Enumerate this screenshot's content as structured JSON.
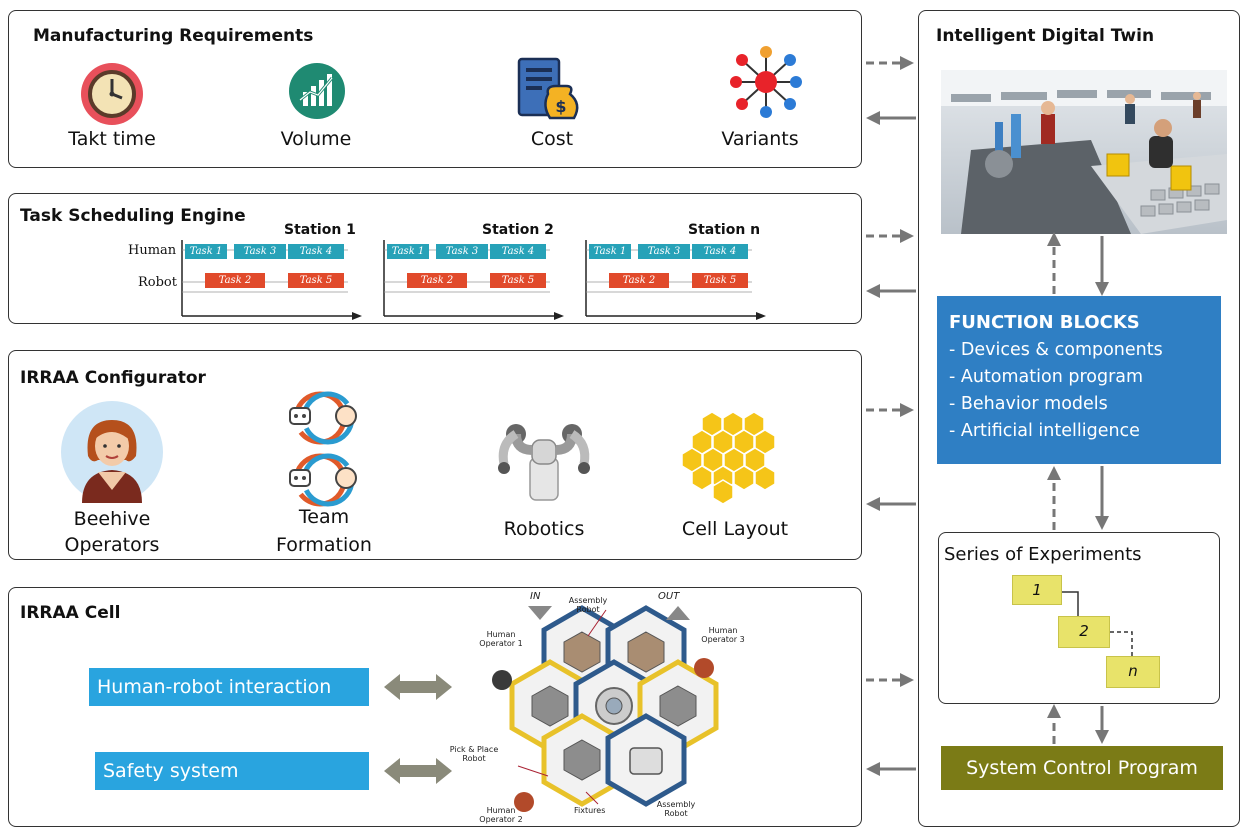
{
  "manufacturing": {
    "title": "Manufacturing Requirements",
    "items": [
      {
        "label": "Takt time",
        "icon": "clock-icon"
      },
      {
        "label": "Volume",
        "icon": "chart-growth-icon"
      },
      {
        "label": "Cost",
        "icon": "cost-invoice-icon"
      },
      {
        "label": "Variants",
        "icon": "variants-network-icon"
      }
    ]
  },
  "scheduling": {
    "title": "Task Scheduling Engine",
    "row_human": "Human",
    "row_robot": "Robot",
    "stations": [
      {
        "name": "Station 1",
        "human": [
          "Task 1",
          "Task 3",
          "Task 4"
        ],
        "robot": [
          "Task 2",
          "Task 5"
        ]
      },
      {
        "name": "Station 2",
        "human": [
          "Task 1",
          "Task 3",
          "Task 4"
        ],
        "robot": [
          "Task 2",
          "Task 5"
        ]
      },
      {
        "name": "Station n",
        "human": [
          "Task 1",
          "Task 3",
          "Task 4"
        ],
        "robot": [
          "Task 2",
          "Task 5"
        ]
      }
    ]
  },
  "configurator": {
    "title": "IRRAA Configurator",
    "items": [
      {
        "label_line1": "Beehive",
        "label_line2": "Operators",
        "icon": "operator-avatar-icon"
      },
      {
        "label_line1": "Team",
        "label_line2": "Formation",
        "icon": "team-formation-icon"
      },
      {
        "label_line1": "Robotics",
        "label_line2": "",
        "icon": "dual-arm-robot-icon"
      },
      {
        "label_line1": "Cell Layout",
        "label_line2": "",
        "icon": "honeycomb-icon"
      }
    ]
  },
  "cell": {
    "title": "IRRAA Cell",
    "boxes": [
      "Human-robot interaction",
      "Safety system"
    ],
    "diagram_labels": {
      "in": "IN",
      "out": "OUT",
      "assembly_robot_top": "Assembly Robot",
      "human_op1": "Human Operator 1",
      "human_op3": "Human Operator 3",
      "pick_place": "Pick & Place Robot",
      "human_op2": "Human Operator 2",
      "fixtures": "Fixtures",
      "assembly_robot_bottom": "Assembly Robot"
    }
  },
  "twin": {
    "title": "Intelligent Digital Twin",
    "function_blocks": {
      "heading": "FUNCTION BLOCKS",
      "items": [
        "- Devices & components",
        "- Automation program",
        "- Behavior models",
        "- Artificial intelligence"
      ]
    },
    "experiments": {
      "title": "Series of Experiments",
      "steps": [
        "1",
        "2",
        "n"
      ]
    },
    "control": "System Control Program"
  },
  "colors": {
    "function_blocks": "#2f7fc4",
    "interaction_box": "#29a4df",
    "control_program": "#7b7b16",
    "human_task": "#27a2b8",
    "robot_task": "#e14a2b",
    "experiment_step": "#e8e36a",
    "honeycomb": "#f5c518",
    "arrow": "#777777"
  }
}
